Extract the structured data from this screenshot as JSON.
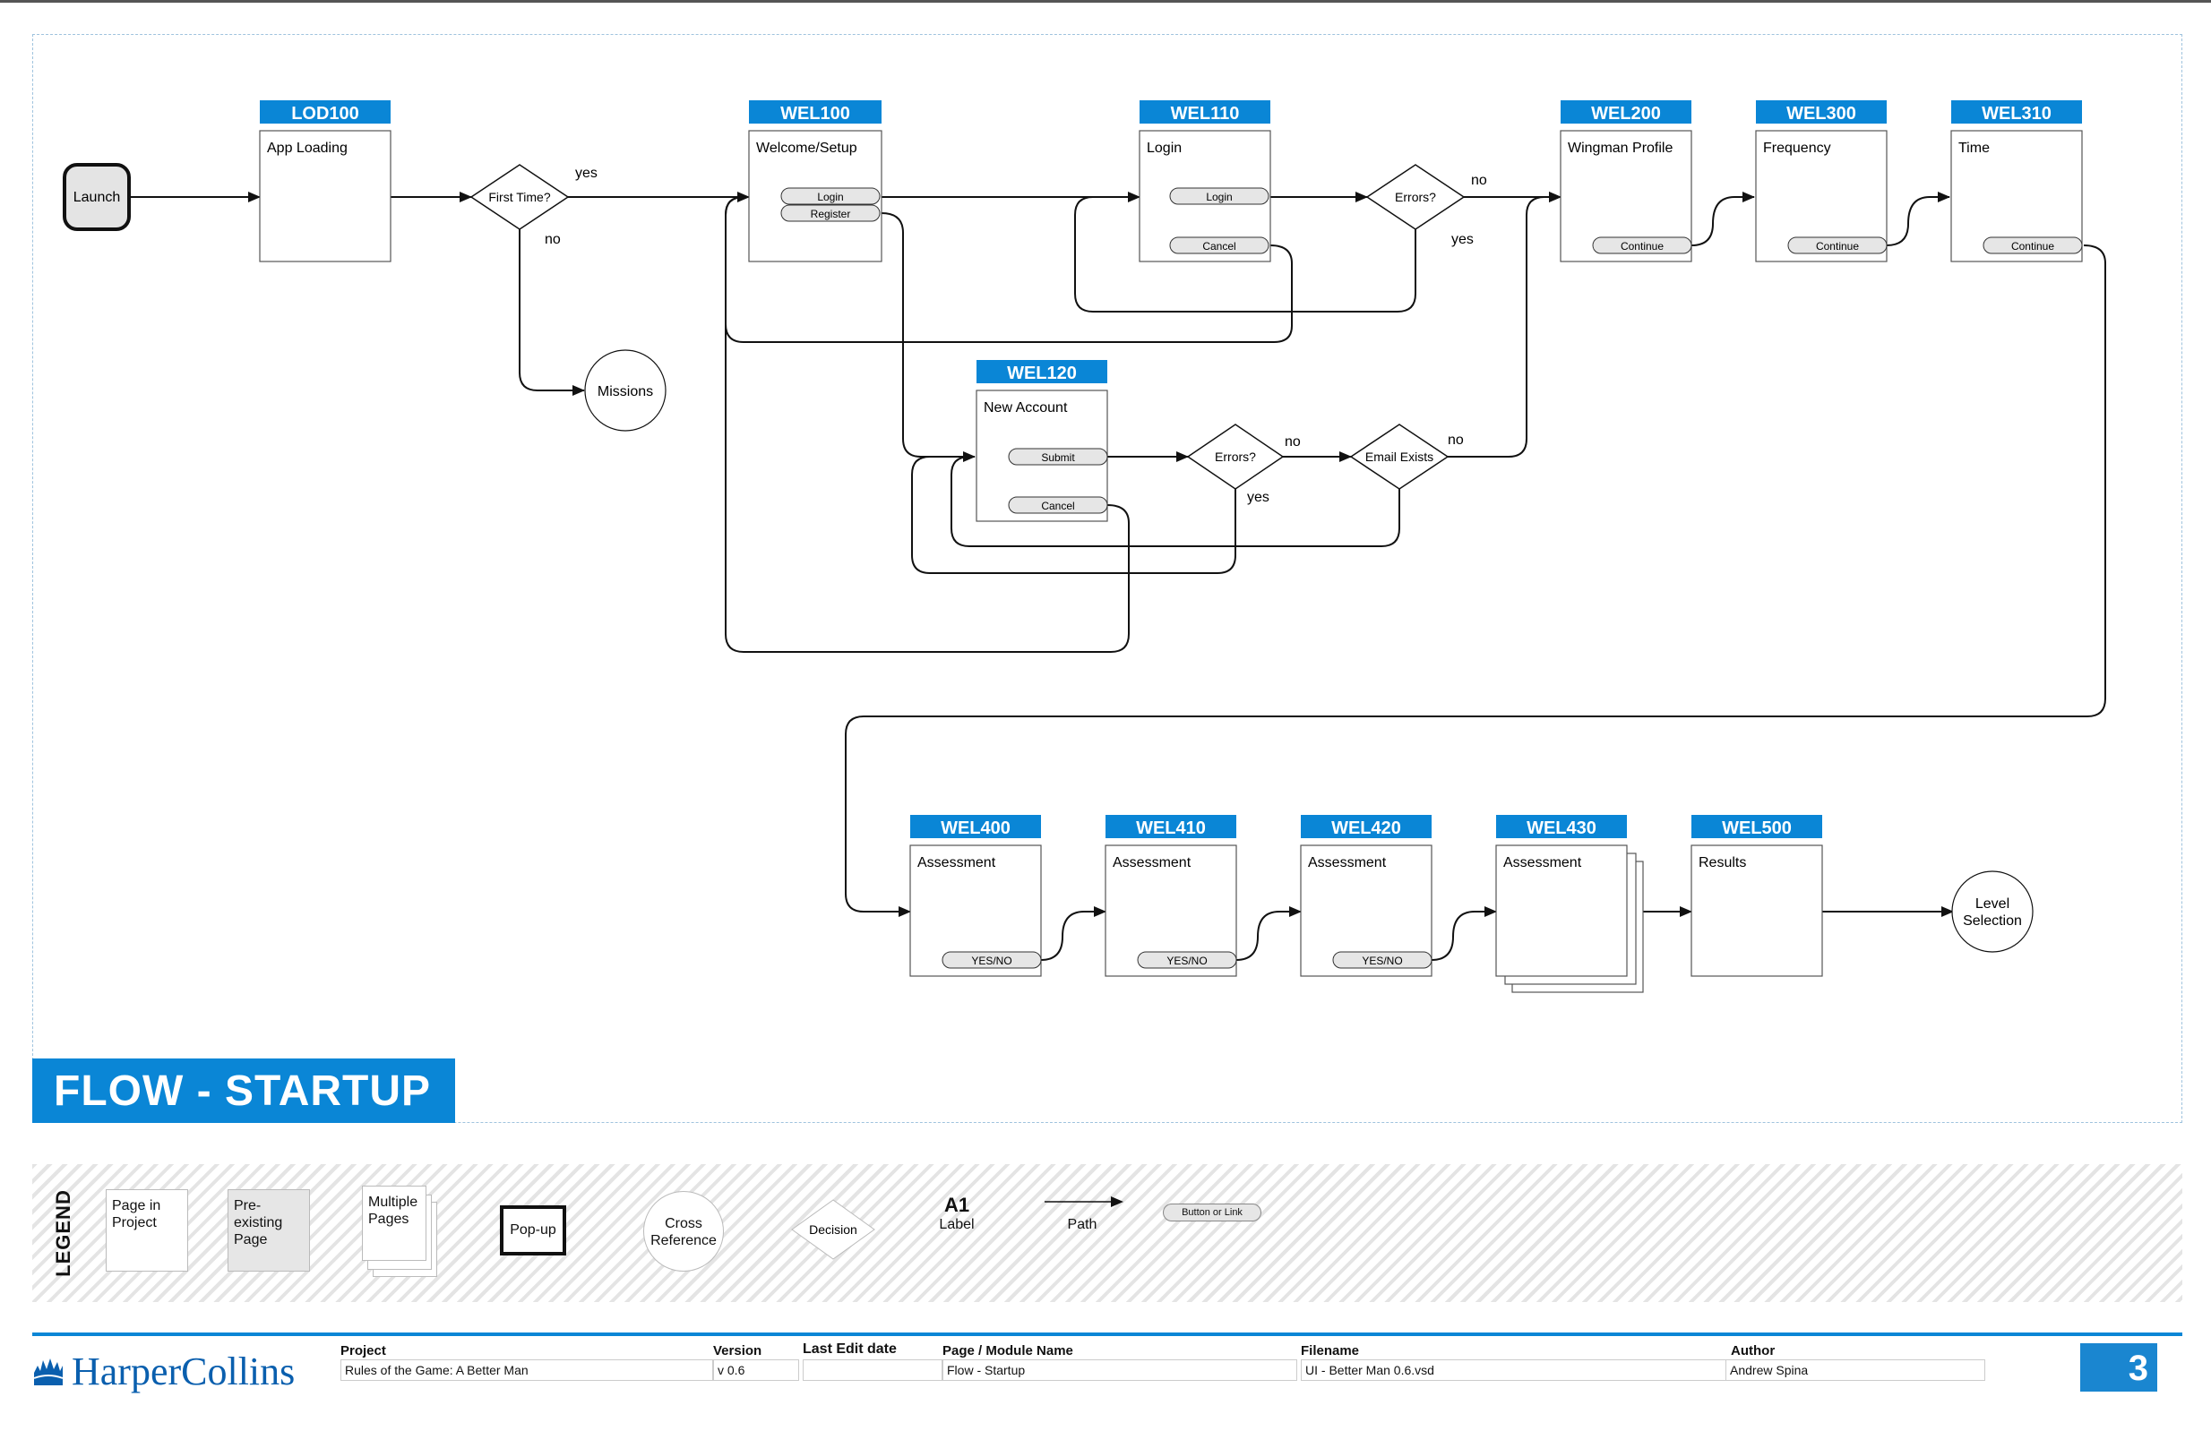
{
  "screens": [
    {
      "id": "LOD100",
      "title": "App Loading"
    },
    {
      "id": "WEL100",
      "title": "Welcome/Setup",
      "buttons": [
        "Login",
        "Register"
      ]
    },
    {
      "id": "WEL110",
      "title": "Login",
      "buttons": [
        "Login",
        "Cancel"
      ]
    },
    {
      "id": "WEL200",
      "title": "Wingman Profile",
      "buttons": [
        "Continue"
      ]
    },
    {
      "id": "WEL300",
      "title": "Frequency",
      "buttons": [
        "Continue"
      ]
    },
    {
      "id": "WEL310",
      "title": "Time",
      "buttons": [
        "Continue"
      ]
    },
    {
      "id": "WEL120",
      "title": "New Account",
      "buttons": [
        "Submit",
        "Cancel"
      ]
    },
    {
      "id": "WEL400",
      "title": "Assessment",
      "buttons": [
        "YES/NO"
      ]
    },
    {
      "id": "WEL410",
      "title": "Assessment",
      "buttons": [
        "YES/NO"
      ]
    },
    {
      "id": "WEL420",
      "title": "Assessment",
      "buttons": [
        "YES/NO"
      ]
    },
    {
      "id": "WEL430",
      "title": "Assessment"
    },
    {
      "id": "WEL500",
      "title": "Results"
    }
  ],
  "terminals": {
    "launch": "Launch",
    "missions": "Missions",
    "level_selection": [
      "Level",
      "Selection"
    ]
  },
  "decisions": {
    "first_time": "First Time?",
    "errors_login": "Errors?",
    "errors_new": "Errors?",
    "email_exists": "Email Exists"
  },
  "edge_labels": {
    "yes": "yes",
    "no": "no"
  },
  "page_title": "FLOW - STARTUP",
  "legend": {
    "title": "LEGEND",
    "page_in_project": [
      "Page in",
      "Project"
    ],
    "pre_existing": [
      "Pre-",
      "existing",
      "Page"
    ],
    "multiple": [
      "Multiple",
      "Pages"
    ],
    "popup": "Pop-up",
    "cross_reference": [
      "Cross",
      "Reference"
    ],
    "decision": "Decision",
    "label_code": "A1",
    "label": "Label",
    "path": "Path",
    "button_or_link": "Button or Link"
  },
  "footer": {
    "brand": "HarperCollins",
    "project_header": "Project",
    "project": "Rules of the Game: A Better Man",
    "version_header": "Version",
    "version": "v 0.6",
    "last_edit_header": "Last Edit date",
    "last_edit": "",
    "page_header": "Page / Module Name",
    "page": "Flow - Startup",
    "filename_header": "Filename",
    "filename": "UI - Better Man 0.6.vsd",
    "author_header": "Author",
    "author": "Andrew Spina",
    "page_number": "3"
  },
  "colors": {
    "accent": "#0a86d6",
    "button_fill": "#e6e6e6",
    "line": "#111111"
  }
}
